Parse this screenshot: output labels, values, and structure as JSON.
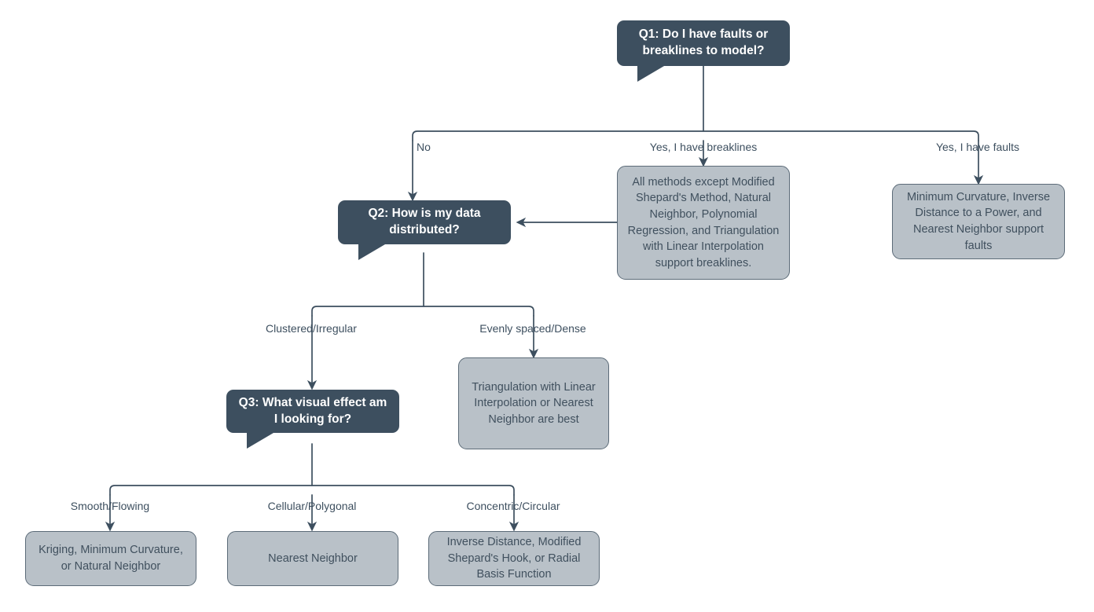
{
  "diagram": {
    "title": "Gridding method selection decision tree",
    "colors": {
      "question_fill": "#3d4f5f",
      "question_text": "#ffffff",
      "result_fill": "#b9c1c8",
      "result_border": "#5c6b78",
      "result_text": "#40505e",
      "edge": "#3d4f5f",
      "background": "#ffffff"
    }
  },
  "questions": {
    "q1": "Q1: Do I have faults or breaklines to model?",
    "q2": "Q2: How is my data distributed?",
    "q3": "Q3: What visual effect am I looking for?"
  },
  "edge_labels": {
    "q1_no": "No",
    "q1_breaklines": "Yes, I have breaklines",
    "q1_faults": "Yes, I have faults",
    "q2_clustered": "Clustered/Irregular",
    "q2_even": "Evenly spaced/Dense",
    "q3_smooth": "Smooth/Flowing",
    "q3_cellular": "Cellular/Polygonal",
    "q3_concentric": "Concentric/Circular"
  },
  "results": {
    "breaklines": "All methods except Modified Shepard's Method, Natural Neighbor, Polynomial Regression, and Triangulation with Linear Interpolation support breaklines.",
    "faults": "Minimum Curvature, Inverse Distance to a Power, and Nearest Neighbor support faults",
    "even_dense": "Triangulation with Linear Interpolation or Nearest Neighbor are best",
    "smooth": "Kriging, Minimum Curvature, or Natural Neighbor",
    "cellular": "Nearest Neighbor",
    "concentric": "Inverse Distance, Modified Shepard's Hook, or Radial Basis Function"
  }
}
